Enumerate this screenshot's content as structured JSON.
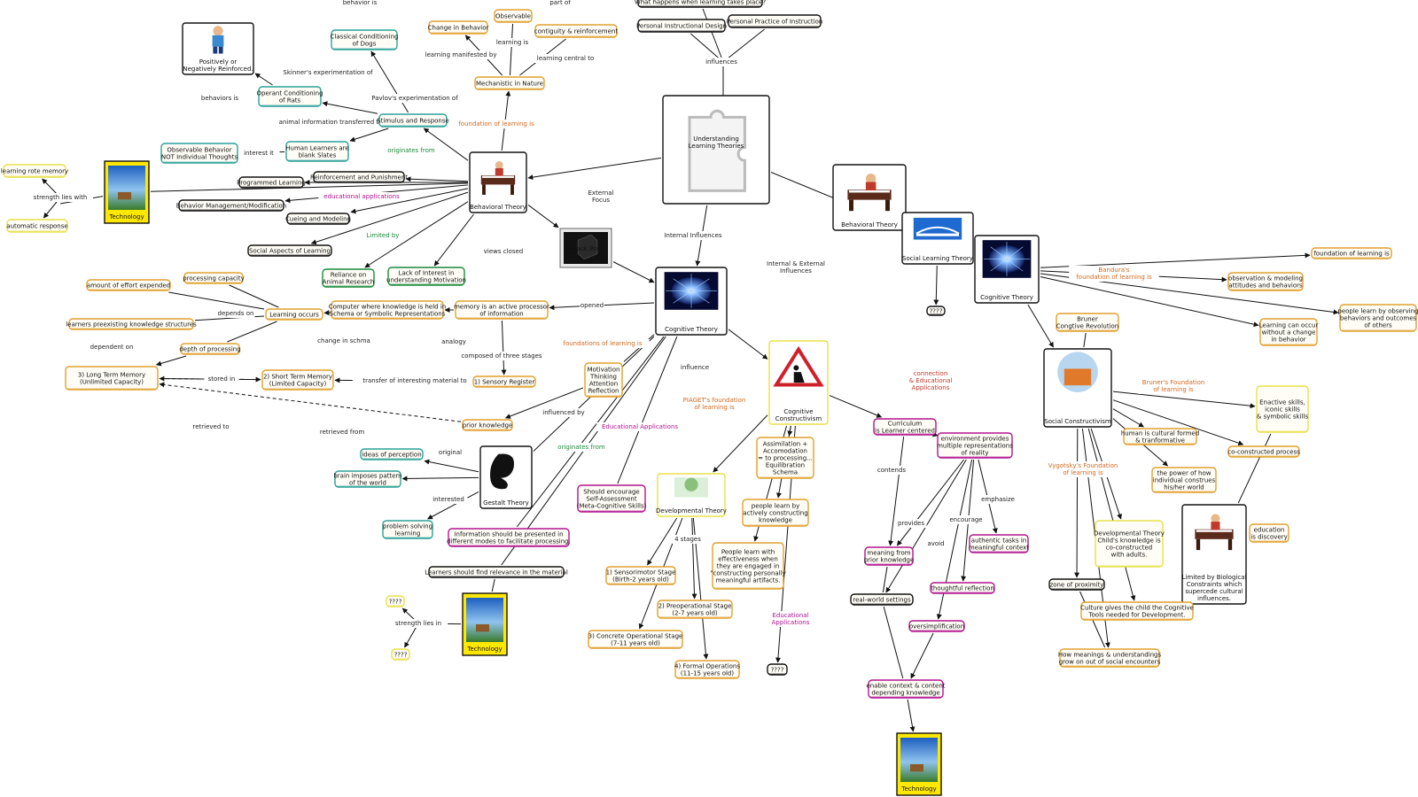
{
  "nodes": [
    {
      "id": "n1",
      "text": "Understanding|Learning Theories",
      "kind": "center"
    },
    {
      "id": "n2",
      "text": "Behavioral Theory",
      "kind": "pic",
      "cap": "#c0392b"
    },
    {
      "id": "n3",
      "text": "Cognitive Theory",
      "kind": "pic",
      "cap": "#1f5fbf"
    },
    {
      "id": "n4",
      "text": "Black Box",
      "kind": "blackbox"
    },
    {
      "id": "n5",
      "text": "Technology",
      "kind": "tech"
    },
    {
      "id": "n6",
      "text": "Technology",
      "kind": "tech"
    },
    {
      "id": "n7",
      "text": "Technology",
      "kind": "tech"
    },
    {
      "id": "n8",
      "text": "Positively or|Negatively Reinforced.",
      "kind": "pic",
      "cap": "#111"
    },
    {
      "id": "n9",
      "text": "Classical Conditioning|of Dogs",
      "kind": "box",
      "c": "#2aa198"
    },
    {
      "id": "n10",
      "text": "Operant Conditioning|of Rats",
      "kind": "box",
      "c": "#2aa198"
    },
    {
      "id": "n11",
      "text": "Stimulus and Response",
      "kind": "box",
      "c": "#2aa198"
    },
    {
      "id": "n12",
      "text": "Human Learners are|blank Slates",
      "kind": "box",
      "c": "#2aa198"
    },
    {
      "id": "n13",
      "text": "Observable Behavior|NOT Individual Thoughts",
      "kind": "box",
      "c": "#2aa198"
    },
    {
      "id": "n14",
      "text": "Change in Behavior",
      "kind": "box",
      "c": "#e0a030"
    },
    {
      "id": "n15",
      "text": "Observable",
      "kind": "box",
      "c": "#e0a030"
    },
    {
      "id": "n16",
      "text": "contiguity & reinforcement",
      "kind": "box",
      "c": "#e0a030"
    },
    {
      "id": "n17",
      "text": "Mechanistic in Nature",
      "kind": "box",
      "c": "#e0a030"
    },
    {
      "id": "n18",
      "text": "What happens when learning takes place?",
      "kind": "box",
      "c": "#111"
    },
    {
      "id": "n19",
      "text": "Personal Instructional Design",
      "kind": "box",
      "c": "#111"
    },
    {
      "id": "n20",
      "text": "Personal Practice of Instruction",
      "kind": "box",
      "c": "#111"
    },
    {
      "id": "n21",
      "text": "learning rote memory",
      "kind": "box",
      "c": "#e8e04a"
    },
    {
      "id": "n22",
      "text": "automatic response",
      "kind": "box",
      "c": "#e8e04a"
    },
    {
      "id": "n23",
      "text": "Programmed Learning",
      "kind": "box",
      "c": "#111"
    },
    {
      "id": "n24",
      "text": "Reinforcement and Punishment",
      "kind": "box",
      "c": "#111"
    },
    {
      "id": "n25",
      "text": "Behavior Management/Modification",
      "kind": "box",
      "c": "#111"
    },
    {
      "id": "n26",
      "text": "Cueing and Modeling",
      "kind": "box",
      "c": "#111"
    },
    {
      "id": "n27",
      "text": "Social Aspects of Learning",
      "kind": "box",
      "c": "#111"
    },
    {
      "id": "n28",
      "text": "Reliance on|Animal Research",
      "kind": "box",
      "c": "#1a8a3a"
    },
    {
      "id": "n29",
      "text": "Lack of Interest in|understanding Motivation",
      "kind": "box",
      "c": "#1a8a3a"
    },
    {
      "id": "n30",
      "text": "amount of effort expended",
      "kind": "box",
      "c": "#e0a030"
    },
    {
      "id": "n31",
      "text": "processing capacity",
      "kind": "box",
      "c": "#e0a030"
    },
    {
      "id": "n32",
      "text": "learners preexisting knowledge structures",
      "kind": "box",
      "c": "#e0a030"
    },
    {
      "id": "n33",
      "text": "Learning occurs",
      "kind": "box",
      "c": "#e0a030"
    },
    {
      "id": "n34",
      "text": "depth of processing",
      "kind": "box",
      "c": "#e0a030"
    },
    {
      "id": "n35",
      "text": "3) Long Term Memory|(Unlimited Capacity)",
      "kind": "box",
      "c": "#e0a030"
    },
    {
      "id": "n36",
      "text": "2) Short Term Memory|(Limited Capacity)",
      "kind": "box",
      "c": "#e0a030"
    },
    {
      "id": "n37",
      "text": "Computer where knowledge is held in|Schema or Symbolic Representations",
      "kind": "box",
      "c": "#e0a030"
    },
    {
      "id": "n38",
      "text": "memory is an active processor|of information",
      "kind": "box",
      "c": "#e0a030"
    },
    {
      "id": "n39",
      "text": "1) Sensory Register",
      "kind": "box",
      "c": "#e0a030"
    },
    {
      "id": "n40",
      "text": "Motivation|Thinking|Attention|Reflection",
      "kind": "box",
      "c": "#e0a030"
    },
    {
      "id": "n41",
      "text": "prior knowledge",
      "kind": "box",
      "c": "#e0a030"
    },
    {
      "id": "n42",
      "text": "ideas of perception",
      "kind": "box",
      "c": "#2aa198"
    },
    {
      "id": "n43",
      "text": "brain imposes pattern|of the world",
      "kind": "box",
      "c": "#2aa198"
    },
    {
      "id": "n44",
      "text": "problem solving|learning",
      "kind": "box",
      "c": "#2aa198"
    },
    {
      "id": "n45",
      "text": "Gestalt Theory",
      "kind": "pic",
      "cap": "#e0a030"
    },
    {
      "id": "n46",
      "text": "Should encourage|Self-Assessment|(Meta-Cognitive Skills)",
      "kind": "box",
      "c": "#b0148f"
    },
    {
      "id": "n47",
      "text": "Information should be presented in|different modes to facilitate processing.",
      "kind": "box",
      "c": "#b0148f"
    },
    {
      "id": "n48",
      "text": "Learners should find relevance in the material",
      "kind": "box",
      "c": "#111"
    },
    {
      "id": "n49",
      "text": "????",
      "kind": "box",
      "c": "#e8e04a"
    },
    {
      "id": "n50",
      "text": "????",
      "kind": "box",
      "c": "#e8e04a"
    },
    {
      "id": "n51",
      "text": "Developmental Theory",
      "kind": "pic",
      "cap": "#111"
    },
    {
      "id": "n52",
      "text": "1) Sensorimotor Stage|(Birth-2 years old)",
      "kind": "box",
      "c": "#e0a030"
    },
    {
      "id": "n53",
      "text": "2) Preoperational Stage|(2-7 years old)",
      "kind": "box",
      "c": "#e0a030"
    },
    {
      "id": "n54",
      "text": "3) Concrete Operational Stage|(7-11 years old)",
      "kind": "box",
      "c": "#e0a030"
    },
    {
      "id": "n55",
      "text": "4) Formal Operations|(11-15 years old)",
      "kind": "box",
      "c": "#e0a030"
    },
    {
      "id": "n56",
      "text": "People learn with|effectiveness when|they are engaged in|\"constructing personally|meaningful artifacts.",
      "kind": "box",
      "c": "#e0a030"
    },
    {
      "id": "n57",
      "text": "people learn by|actively constructing|knowledge",
      "kind": "box",
      "c": "#e0a030"
    },
    {
      "id": "n58",
      "text": "Assimilation +|Accomodation|= to processing...|Equilibration|Schema",
      "kind": "box",
      "c": "#e0a030"
    },
    {
      "id": "n59",
      "text": "Cognitive|Constructivism",
      "kind": "pic",
      "cap": "#111"
    },
    {
      "id": "n60",
      "text": "????",
      "kind": "box",
      "c": "#111"
    },
    {
      "id": "n61",
      "text": "Curriculum|is Learner centered",
      "kind": "box",
      "c": "#b0148f"
    },
    {
      "id": "n62",
      "text": "environment provides|multiple representations|of reality",
      "kind": "box",
      "c": "#b0148f"
    },
    {
      "id": "n63",
      "text": "meaning from|prior knowledge",
      "kind": "box",
      "c": "#b0148f"
    },
    {
      "id": "n64",
      "text": "authentic tasks in|meaningful context",
      "kind": "box",
      "c": "#b0148f"
    },
    {
      "id": "n65",
      "text": "real-world settings",
      "kind": "box",
      "c": "#111"
    },
    {
      "id": "n66",
      "text": "thoughtful reflection",
      "kind": "box",
      "c": "#b0148f"
    },
    {
      "id": "n67",
      "text": "oversimplification",
      "kind": "box",
      "c": "#b0148f"
    },
    {
      "id": "n68",
      "text": "enable context & content|depending knowledge",
      "kind": "box",
      "c": "#b0148f"
    },
    {
      "id": "n69",
      "text": "Behavioral Theory",
      "kind": "pic",
      "cap": "#c0392b"
    },
    {
      "id": "n70",
      "text": "Social Learning Theory",
      "kind": "pic",
      "cap": "#111"
    },
    {
      "id": "n71",
      "text": "Cognitive Theory",
      "kind": "pic",
      "cap": "#1f5fbf"
    },
    {
      "id": "n72",
      "text": "????",
      "kind": "box",
      "c": "#111"
    },
    {
      "id": "n73",
      "text": "foundation of learning is",
      "kind": "box",
      "c": "#e0a030"
    },
    {
      "id": "n74",
      "text": "observation & modeling|attitudes and behaviors",
      "kind": "box",
      "c": "#e0a030"
    },
    {
      "id": "n75",
      "text": "people learn by observing|behaviors and outcomes|of others",
      "kind": "box",
      "c": "#e0a030"
    },
    {
      "id": "n76",
      "text": "Learning can occur|without a change|in behavior",
      "kind": "box",
      "c": "#e0a030"
    },
    {
      "id": "n77",
      "text": "Bruner|Congtive Revolution",
      "kind": "box",
      "c": "#e0a030"
    },
    {
      "id": "n78",
      "text": "Social Constructivism",
      "kind": "pic",
      "cap": "#111"
    },
    {
      "id": "n79",
      "text": "Enactive skills,|iconic skills|& symbolic skills",
      "kind": "box",
      "c": "#e8e04a"
    },
    {
      "id": "n80",
      "text": "human is cultural formed|& tranformative",
      "kind": "box",
      "c": "#e0a030"
    },
    {
      "id": "n81",
      "text": "co-constructed process",
      "kind": "box",
      "c": "#e0a030"
    },
    {
      "id": "n82",
      "text": "the power of how|individual construes|his/her world",
      "kind": "box",
      "c": "#e0a030"
    },
    {
      "id": "n83",
      "text": "Developmental Theory|Child's knowledge is|co-constructed|with adults.",
      "kind": "box",
      "c": "#e8e04a"
    },
    {
      "id": "n84",
      "text": "zone of proximity",
      "kind": "box",
      "c": "#111"
    },
    {
      "id": "n85",
      "text": "education|is discovery",
      "kind": "box",
      "c": "#e0a030"
    },
    {
      "id": "n86",
      "text": "Limited by Biological|Constraints which|supercede cultural|influences.",
      "kind": "pic",
      "cap": "#c0392b"
    },
    {
      "id": "n87",
      "text": "Culture gives the child the Cognitive|Tools needed for Development.",
      "kind": "box",
      "c": "#e0a030"
    },
    {
      "id": "n88",
      "text": "How meanings & understandings|grow on out of social encounters",
      "kind": "box",
      "c": "#e0a030"
    }
  ],
  "links": [
    {
      "text": "behavior is",
      "c": "k"
    },
    {
      "text": "part of",
      "c": "k"
    },
    {
      "text": "learning is",
      "c": "k"
    },
    {
      "text": "learning manifested by",
      "c": "k"
    },
    {
      "text": "learning central to",
      "c": "k"
    },
    {
      "text": "influences",
      "c": "k"
    },
    {
      "text": "Skinner's experimentation of",
      "c": "k"
    },
    {
      "text": "behaviors is",
      "c": "k"
    },
    {
      "text": "Pavlov's experimentation of",
      "c": "k"
    },
    {
      "text": "animal information transferred to",
      "c": "k"
    },
    {
      "text": "foundation of learning is",
      "c": "o"
    },
    {
      "text": "interest it",
      "c": "k"
    },
    {
      "text": "originates from",
      "c": "g"
    },
    {
      "text": "strength lies with",
      "c": "k"
    },
    {
      "text": "educational applications",
      "c": "m"
    },
    {
      "text": "External|Focus",
      "c": "k"
    },
    {
      "text": "Limited by",
      "c": "g"
    },
    {
      "text": "views closed",
      "c": "k"
    },
    {
      "text": "Internal Influences",
      "c": "k"
    },
    {
      "text": "Internal & External|Influences",
      "c": "k"
    },
    {
      "text": "depends on",
      "c": "k"
    },
    {
      "text": "change in schma",
      "c": "k"
    },
    {
      "text": "analogy",
      "c": "k"
    },
    {
      "text": "opened",
      "c": "k"
    },
    {
      "text": "dependent on",
      "c": "k"
    },
    {
      "text": "foundations of learning is",
      "c": "o"
    },
    {
      "text": "composed of three stages",
      "c": "k"
    },
    {
      "text": "stored in",
      "c": "k"
    },
    {
      "text": "transfer of interesting material to",
      "c": "k"
    },
    {
      "text": "influence",
      "c": "k"
    },
    {
      "text": "influenced by",
      "c": "k"
    },
    {
      "text": "retrieved to",
      "c": "k"
    },
    {
      "text": "retrieved from",
      "c": "k"
    },
    {
      "text": "Educational Applications",
      "c": "m"
    },
    {
      "text": "original",
      "c": "k"
    },
    {
      "text": "originates from",
      "c": "g"
    },
    {
      "text": "interested",
      "c": "k"
    },
    {
      "text": "PIAGET's foundation|of learning is",
      "c": "o"
    },
    {
      "text": "4 stages",
      "c": "k"
    },
    {
      "text": "strength lies in",
      "c": "k"
    },
    {
      "text": "Educational|Applications",
      "c": "m"
    },
    {
      "text": "connection|& Educational|Applications",
      "c": "r"
    },
    {
      "text": "contends",
      "c": "k"
    },
    {
      "text": "provides",
      "c": "k"
    },
    {
      "text": "avoid",
      "c": "k"
    },
    {
      "text": "encourage",
      "c": "k"
    },
    {
      "text": "emphasize",
      "c": "k"
    },
    {
      "text": "Bandura's|foundation of learning is",
      "c": "o"
    },
    {
      "text": "Bruner's Foundation|of learning is",
      "c": "o"
    },
    {
      "text": "Vygotsky's Foundation|of learning is",
      "c": "o"
    }
  ]
}
